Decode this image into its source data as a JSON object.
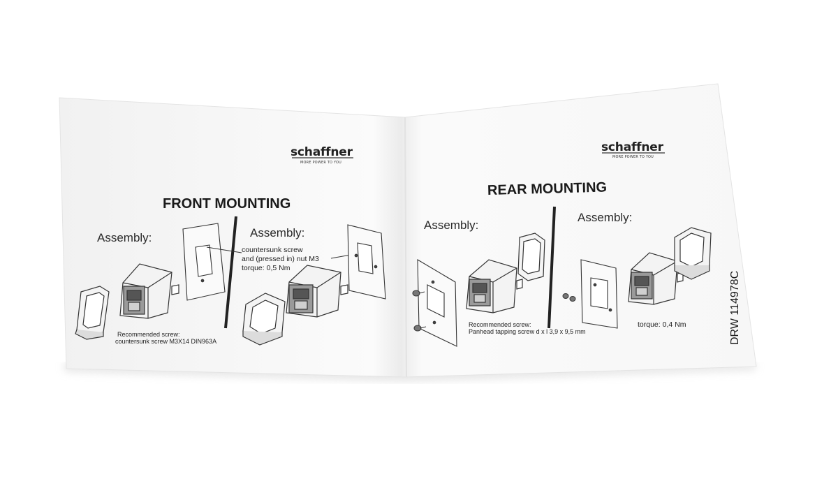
{
  "brand": {
    "logo_text": "schaffner",
    "tagline": "MORE POWER TO YOU"
  },
  "front": {
    "heading": "FRONT MOUNTING",
    "assembly_left": "Assembly:",
    "assembly_right": "Assembly:",
    "callout_line1": "countersunk screw",
    "callout_line2": "and (pressed in) nut M3",
    "callout_line3": "torque: 0,5 Nm",
    "screw_note_line1": "Recommended screw:",
    "screw_note_line2": "countersunk screw M3X14 DIN963A"
  },
  "rear": {
    "heading": "REAR MOUNTING",
    "assembly_left": "Assembly:",
    "assembly_right": "Assembly:",
    "screw_note_line1": "Recommended screw:",
    "screw_note_line2": "Panhead tapping screw d x l 3,9 x 9,5 mm",
    "torque": "torque: 0,4 Nm"
  },
  "drawing_number": "DRW 114978C"
}
